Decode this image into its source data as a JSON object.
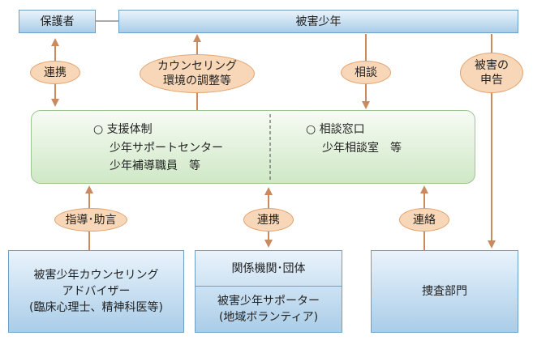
{
  "nodes": {
    "guardian": "保護者",
    "victim_juvenile": "被害少年",
    "support_system": {
      "title": "○ 支援体制",
      "line1": "少年サポートセンター",
      "line2": "少年補導職員　等"
    },
    "consultation": {
      "title": "○ 相談窓口",
      "line1": "少年相談室　等"
    },
    "counselor_advisor": {
      "line1": "被害少年カウンセリング",
      "line2": "アドバイザー",
      "line3": "(臨床心理士、精神科医等)"
    },
    "related_orgs": {
      "top": "関係機関･団体",
      "bottom_line1": "被害少年サポーター",
      "bottom_line2": "(地域ボランティア)"
    },
    "investigation": "捜査部門"
  },
  "labels": {
    "cooperation_guardian": "連携",
    "counseling_env": {
      "line1": "カウンセリング",
      "line2": "環境の調整等"
    },
    "consultation": "相談",
    "victim_report": {
      "line1": "被害の",
      "line2": "申告"
    },
    "guidance_advice": "指導･助言",
    "cooperation_orgs": "連携",
    "liaison": "連絡"
  },
  "colors": {
    "blue_box_top": "#e9f3fb",
    "blue_box_bottom": "#aacde8",
    "green_box_top": "#f7fbf4",
    "green_box_bottom": "#cfe8c6",
    "label_fill": "#f8d7b8",
    "arrow": "#c98a60"
  }
}
